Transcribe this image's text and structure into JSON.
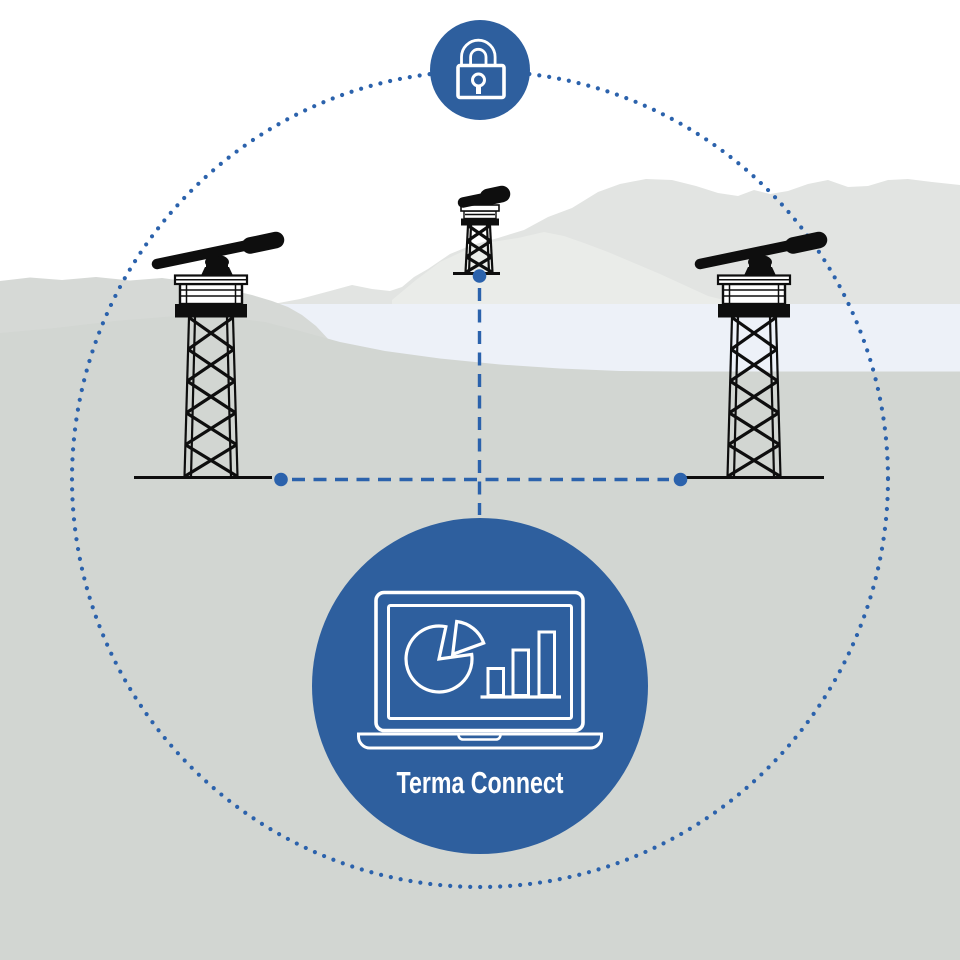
{
  "hub": {
    "label": "Terma Connect",
    "icon": "laptop-analytics-icon"
  },
  "security": {
    "icon": "padlock-icon"
  },
  "nodes": {
    "left": "radar-tower",
    "center": "distant-radar-tower",
    "right": "radar-tower"
  },
  "colors": {
    "brand_blue": "#2E5F9E",
    "connector_blue": "#2B62AC",
    "tower_black": "#0E0E0E",
    "icon_white": "#FFFFFF",
    "sky_white": "#FFFFFF",
    "mountain_gray": "#E2E4E2",
    "foothill_gray": "#EAECE9",
    "water_blue": "#EDF1F8",
    "hill_gray": "#D6D9D6",
    "ground_gray": "#D2D6D2"
  }
}
